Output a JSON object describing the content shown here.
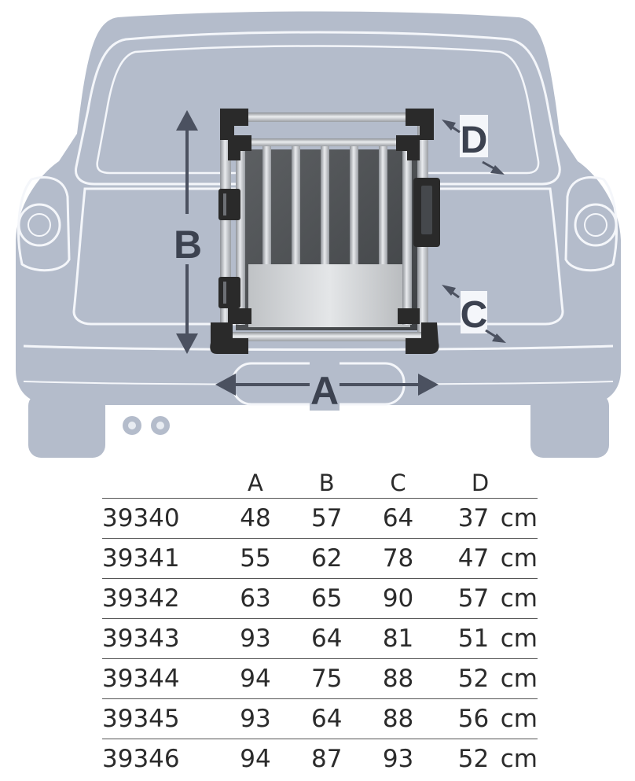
{
  "dimension_labels": {
    "a": "A",
    "b": "B",
    "c": "C",
    "d": "D"
  },
  "colors": {
    "car_body": "#b4bccb",
    "car_lines": "#f4f6fa",
    "arrow": "#4b5160",
    "crate_frame": "#2a2a2a",
    "crate_bars": "#c9ccd0"
  },
  "table": {
    "headers": [
      "A",
      "B",
      "C",
      "D"
    ],
    "rows": [
      {
        "code": "39340",
        "a": "48",
        "b": "57",
        "c": "64",
        "d": "37",
        "unit": "cm"
      },
      {
        "code": "39341",
        "a": "55",
        "b": "62",
        "c": "78",
        "d": "47",
        "unit": "cm"
      },
      {
        "code": "39342",
        "a": "63",
        "b": "65",
        "c": "90",
        "d": "57",
        "unit": "cm"
      },
      {
        "code": "39343",
        "a": "93",
        "b": "64",
        "c": "81",
        "d": "51",
        "unit": "cm"
      },
      {
        "code": "39344",
        "a": "94",
        "b": "75",
        "c": "88",
        "d": "52",
        "unit": "cm"
      },
      {
        "code": "39345",
        "a": "93",
        "b": "64",
        "c": "88",
        "d": "56",
        "unit": "cm"
      },
      {
        "code": "39346",
        "a": "94",
        "b": "87",
        "c": "93",
        "d": "52",
        "unit": "cm"
      }
    ]
  }
}
